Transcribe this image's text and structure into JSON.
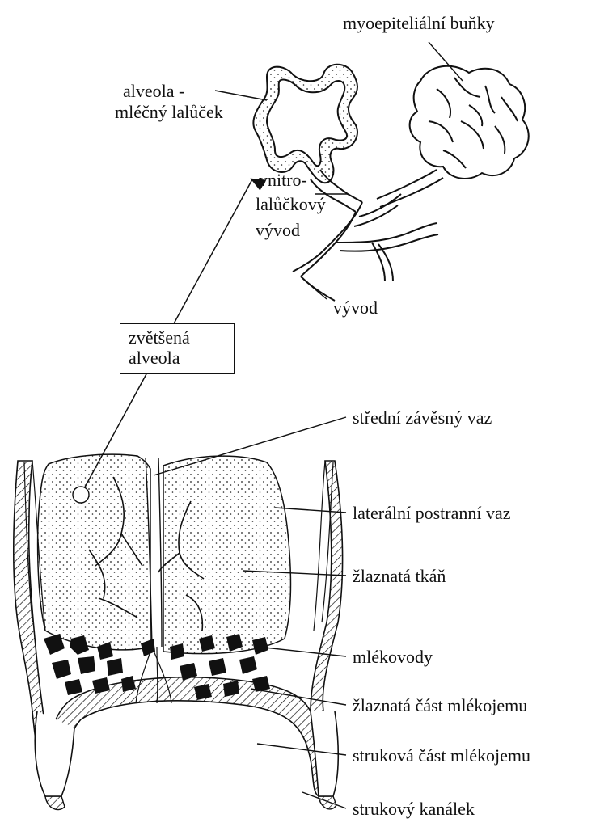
{
  "diagram": {
    "top_labels": {
      "myoepithelial": "myoepiteliální buňky",
      "alveola_line1": "alveola -",
      "alveola_line2": "mléčný lalůček",
      "intralobular_line1": "vnitro-",
      "intralobular_line2": "lalůčkový",
      "intralobular_line3": "vývod",
      "duct": "vývod"
    },
    "callout": {
      "line1": "zvětšená",
      "line2": "alveola"
    },
    "udder_labels": {
      "median_ligament": "střední závěsný vaz",
      "lateral_ligament": "laterální postranní vaz",
      "glandular_tissue": "žlaznatá tkáň",
      "milk_ducts": "mlékovody",
      "gland_cistern": "žlaznatá část mlékojemu",
      "teat_cistern": "struková část mlékojemu",
      "teat_canal": "strukový kanálek"
    },
    "colors": {
      "ink": "#111111",
      "background": "#ffffff"
    }
  }
}
